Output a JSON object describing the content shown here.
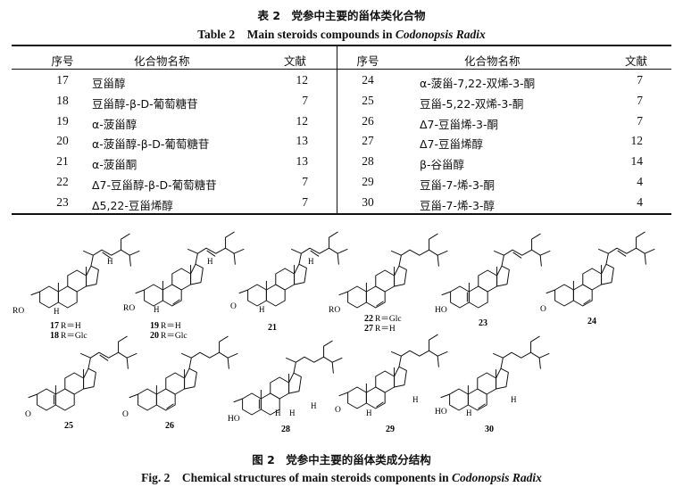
{
  "table": {
    "caption_cn": "表 2　党参中主要的甾体类化合物",
    "caption_en_prefix": "Table 2　Main steroids compounds in ",
    "caption_en_italic": "Codonopsis Radix",
    "headers": {
      "no": "序号",
      "name": "化合物名称",
      "ref": "文献"
    },
    "left_rows": [
      {
        "no": "17",
        "name": "豆甾醇",
        "ref": "12"
      },
      {
        "no": "18",
        "name": "豆甾醇-β-D-葡萄糖苷",
        "ref": "7"
      },
      {
        "no": "19",
        "name": "α-菠甾醇",
        "ref": "12"
      },
      {
        "no": "20",
        "name": "α-菠甾醇-β-D-葡萄糖苷",
        "ref": "13"
      },
      {
        "no": "21",
        "name": "α-菠甾酮",
        "ref": "13"
      },
      {
        "no": "22",
        "name": "Δ7-豆甾醇-β-D-葡萄糖苷",
        "ref": "7"
      },
      {
        "no": "23",
        "name": "Δ5,22-豆甾烯醇",
        "ref": "7"
      }
    ],
    "right_rows": [
      {
        "no": "24",
        "name": "α-菠甾-7,22-双烯-3-酮",
        "ref": "7"
      },
      {
        "no": "25",
        "name": "豆甾-5,22-双烯-3-酮",
        "ref": "7"
      },
      {
        "no": "26",
        "name": "Δ7-豆甾烯-3-酮",
        "ref": "7"
      },
      {
        "no": "27",
        "name": "Δ7-豆甾烯醇",
        "ref": "12"
      },
      {
        "no": "28",
        "name": "β-谷甾醇",
        "ref": "14"
      },
      {
        "no": "29",
        "name": "豆甾-7-烯-3-酮",
        "ref": "4"
      },
      {
        "no": "30",
        "name": "豆甾-7-烯-3-醇",
        "ref": "4"
      }
    ]
  },
  "figure": {
    "caption_cn": "图 2　党参中主要的甾体类成分结构",
    "caption_en_prefix": "Fig. 2　Chemical structures of main steroids components in ",
    "caption_en_italic": "Codonopsis Radix",
    "labels": {
      "c17": "17",
      "c17_sub": "R＝H",
      "c18": "18",
      "c18_sub": "R＝Glc",
      "c19": "19",
      "c19_sub": "R＝H",
      "c20": "20",
      "c20_sub": "R＝Glc",
      "c21": "21",
      "c22": "22",
      "c22_sub": "R＝Glc",
      "c27": "27",
      "c27_sub": "R＝H",
      "c23": "23",
      "c24": "24",
      "c25": "25",
      "c26": "26",
      "c28": "28",
      "c29": "29",
      "c30": "30",
      "ro": "RO",
      "ho": "HO",
      "oxo": "O",
      "h": "H"
    }
  }
}
